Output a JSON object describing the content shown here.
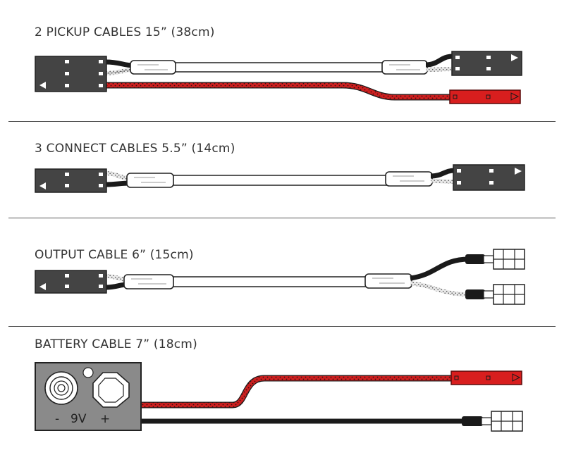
{
  "sections": [
    {
      "title": "2 PICKUP CABLES 15” (38cm)"
    },
    {
      "title": "3 CONNECT CABLES 5.5” (14cm)"
    },
    {
      "title": "OUTPUT CABLE 6” (15cm)"
    },
    {
      "title": "BATTERY CABLE 7” (18cm)"
    }
  ],
  "battery": {
    "minus": "-",
    "voltage": "9V",
    "plus": "+"
  },
  "colors": {
    "connector": "#444444",
    "red_wire": "#cc1f1f",
    "red_connector": "#d81e1e",
    "black_wire": "#1a1a1a",
    "sleeve": "#ffffff",
    "battery_box": "#8a8a8a"
  }
}
